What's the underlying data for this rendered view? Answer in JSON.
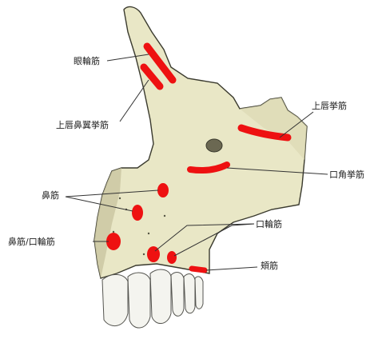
{
  "labels": {
    "orbicularis_oculi": "眼輪筋",
    "levator_labii_alaeque_nasi": "上唇鼻翼挙筋",
    "levator_labii_superioris": "上唇挙筋",
    "levator_anguli_oris": "口角挙筋",
    "nasalis": "鼻筋",
    "orbicularis_oris": "口輪筋",
    "nasalis_orbicularis_oris": "鼻筋/口輪筋",
    "buccinator": "頬筋"
  },
  "colors": {
    "bone_fill": "#e9e7c6",
    "bone_shade": "#c9c6a0",
    "bone_outline": "#3a3a2e",
    "muscle_attachment": "#ee1111",
    "leader_line": "#333333",
    "tooth_fill": "#f4f4ef"
  }
}
